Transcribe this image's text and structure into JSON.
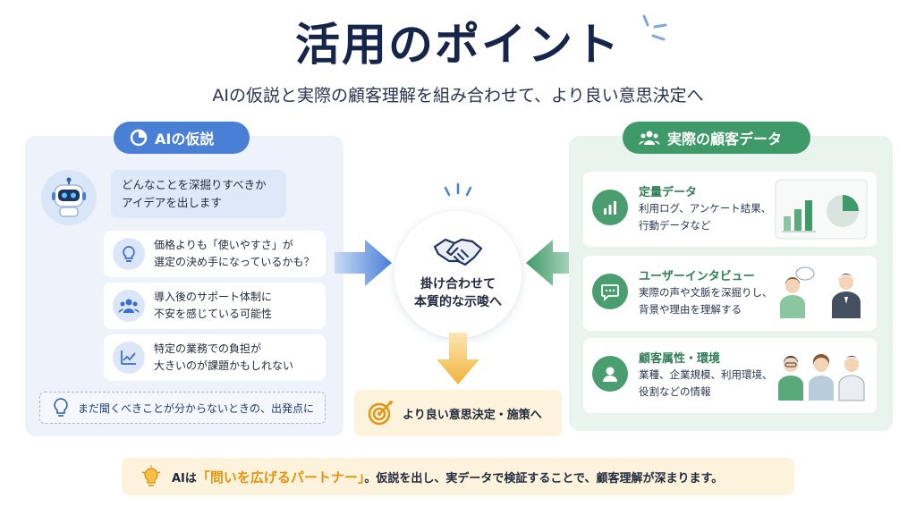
{
  "header": {
    "title": "活用のポイント",
    "subtitle": "AIの仮説と実際の顧客理解を組み合わせて、より良い意思決定へ"
  },
  "left": {
    "pill": "AIの仮説",
    "bubble": [
      "どんなことを深掘りすべきか",
      "アイデアを出します"
    ],
    "ideas": [
      {
        "lines": [
          "価格よりも「使いやすさ」が",
          "選定の決め手になっているかも？"
        ],
        "icon": "lightbulb-icon"
      },
      {
        "lines": [
          "導入後のサポート体制に",
          "不安を感じている可能性"
        ],
        "icon": "people-icon"
      },
      {
        "lines": [
          "特定の業務での負担が",
          "大きいのが課題かもしれない"
        ],
        "icon": "chart-icon"
      }
    ],
    "note": "まだ聞くべきことが分からないときの、出発点に"
  },
  "center": {
    "lines": [
      "掛け合わせて",
      "本質的な示唆へ"
    ],
    "result": "より良い意思決定・施策へ"
  },
  "right": {
    "pill": "実際の顧客データ",
    "cards": [
      {
        "title": "定量データ",
        "lines": [
          "利用ログ、アンケート結果、",
          "行動データなど"
        ],
        "icon": "bar-chart-icon"
      },
      {
        "title": "ユーザーインタビュー",
        "lines": [
          "実際の声や文脈を深掘りし、",
          "背景や理由を理解する"
        ],
        "icon": "chat-icon"
      },
      {
        "title": "顧客属性・環境",
        "lines": [
          "業種、企業規模、利用環境、",
          "役割などの情報"
        ],
        "icon": "person-icon"
      }
    ]
  },
  "footer": {
    "prefix": "AIは",
    "highlight": "「問いを広げるパートナー」",
    "suffix": "。仮説を出し、実データで検証することで、顧客理解が深まります。"
  },
  "colors": {
    "blue": "#4a7fd6",
    "green": "#3f9a6a",
    "navy": "#16254a",
    "orange": "#e39410",
    "cream": "#fdf3dd"
  }
}
